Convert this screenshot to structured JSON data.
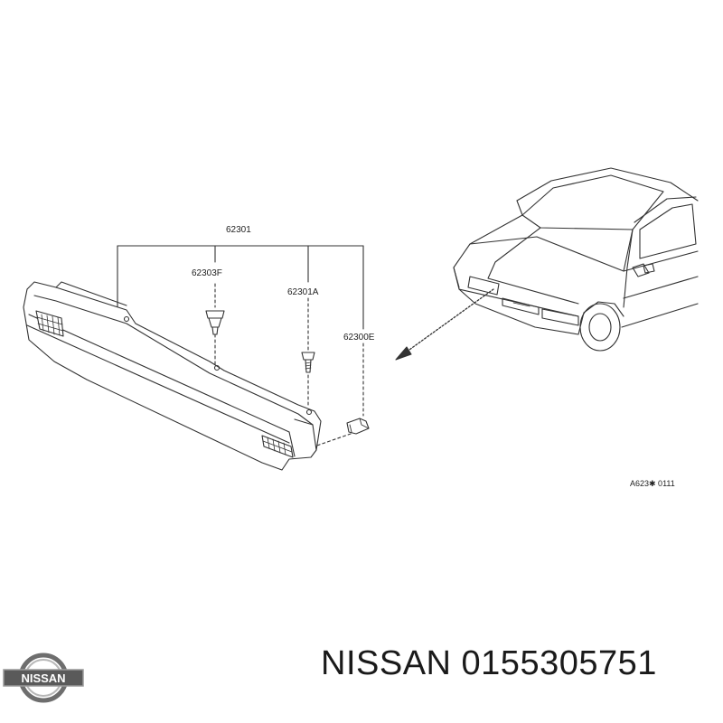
{
  "callouts": {
    "main": "62301",
    "clip": "62303F",
    "screw": "62301A",
    "bracket": "62300E"
  },
  "figure_code": "A623✱ 0111",
  "logo_text": "NISSAN",
  "part_label": "NISSAN 0155305751"
}
